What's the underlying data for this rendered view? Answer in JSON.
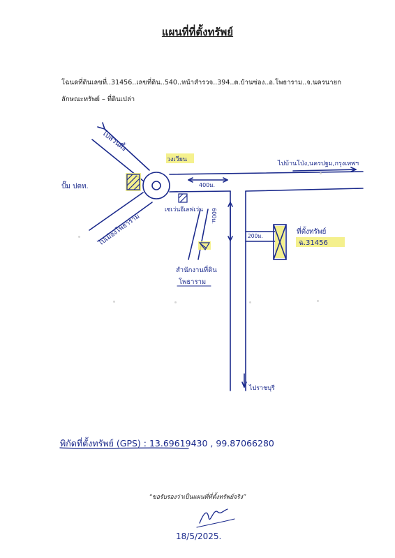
{
  "title": "แผนที่ที่ตั้งทรัพย์",
  "info_line": "โฉนดที่ดินเลขที่..31456..เลขที่ดิน..540..หน้าสำรวจ..394..ต.บ้านซ่อง..อ.โพธาราม..จ.นครนายก",
  "property_type_line": "ลักษณะทรัพย์ – ที่ดินเปล่า",
  "map": {
    "label_to_suan_phueng": "ไปสวนผึ้ง",
    "label_ptt_station": "ปั๊ม ปตท.",
    "label_roundabout": "วงเวียน",
    "label_to_ban_pong": "ไปบ้านโป่ง,นครปฐม,กรุงเทพฯ",
    "label_400m": "400ม.",
    "label_seven_eleven": "เซเว่นอีเลฟเว่น",
    "label_600m": "600ม.",
    "label_to_photharam": "ไปเมืองโพธาราม",
    "label_200m": "200ม.",
    "label_property": "ที่ตั้งทรัพย์",
    "label_deed_no": "ฉ.31456",
    "label_land_office": "สำนักงานที่ดิน",
    "label_land_office_2": "โพธาราม",
    "label_to_ratchaburi": "ไปราชบุรี",
    "label_gps": "พิกัดที่ตั้งทรัพย์ (GPS) : 13.69619430 , 99.87066280"
  },
  "certify_text": "“ขอรับรองว่าเป็นแผนที่ที่ตั้งทรัพย์จริง”",
  "signature_date": "18/5/2025.",
  "colors": {
    "ink_blue": "#1b2a8c",
    "highlight": "#f3ee7a",
    "text": "#1a1a1a"
  },
  "icons": [
    "hatched-building-icon",
    "property-x-box-icon",
    "signature-icon"
  ]
}
